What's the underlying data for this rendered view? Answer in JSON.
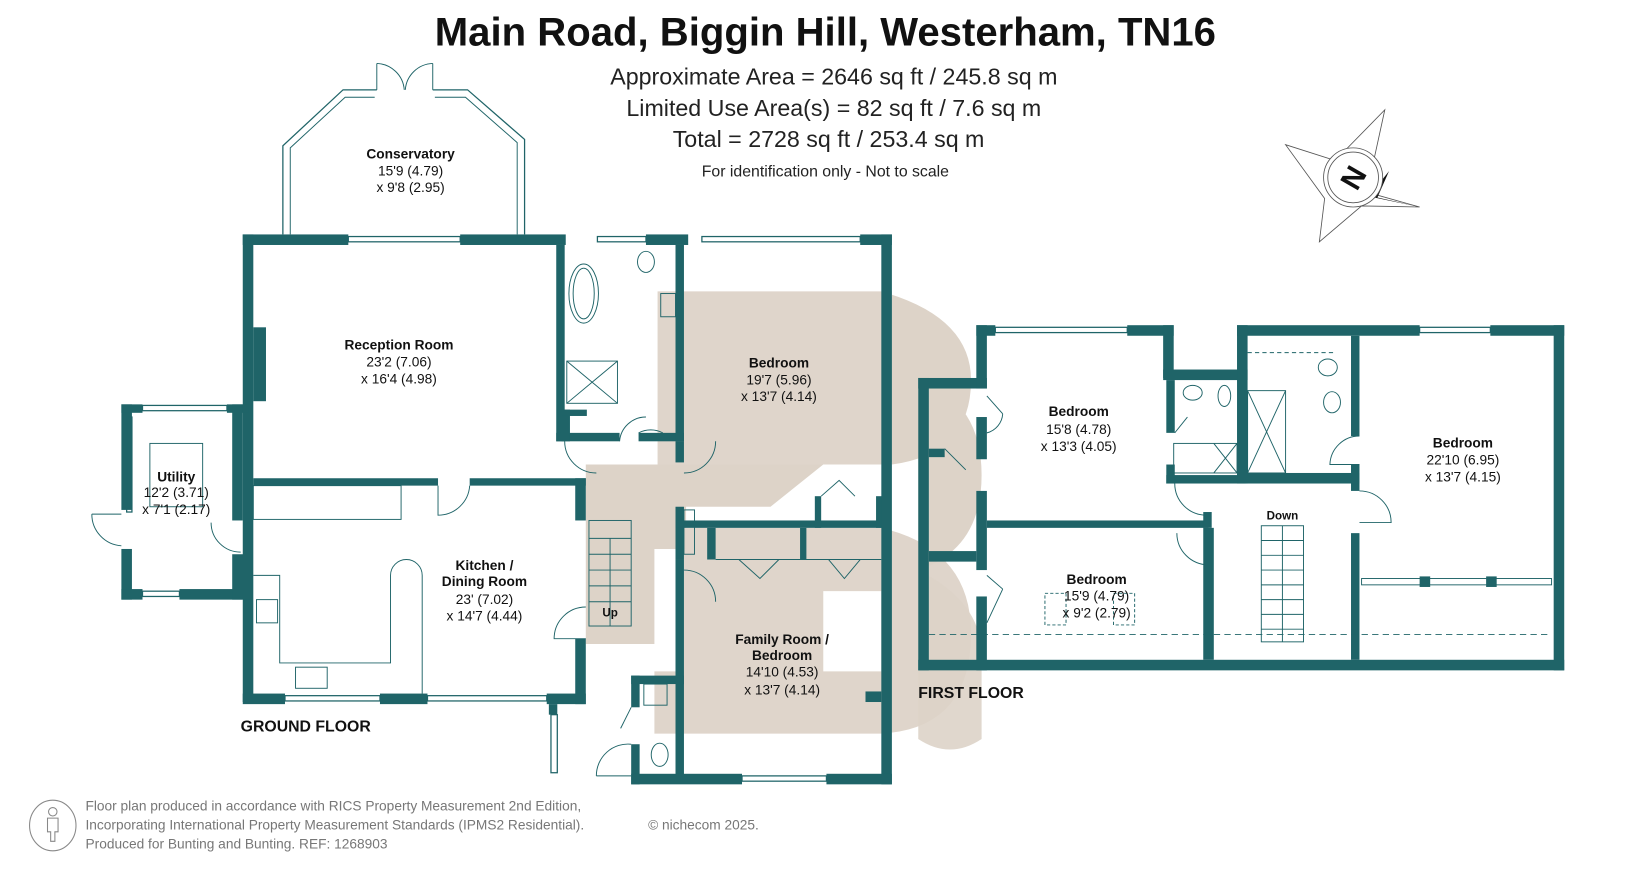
{
  "header": {
    "title": "Main Road, Biggin Hill, Westerham, TN16",
    "area_lines": [
      "Approximate Area = 2646 sq ft / 245.8 sq m",
      "Limited Use Area(s) = 82 sq ft / 7.6 sq m",
      "Total = 2728 sq ft / 253.4 sq m"
    ],
    "disclaimer": "For identification only - Not to scale"
  },
  "compass": {
    "label": "N",
    "icon": "north-compass-icon"
  },
  "ground_floor": {
    "label": "GROUND FLOOR",
    "stairs_label": "Up",
    "rooms": [
      {
        "name": "Conservatory",
        "dim1": "15'9 (4.79)",
        "dim2": "x 9'8 (2.95)"
      },
      {
        "name": "Reception Room",
        "dim1": "23'2 (7.06)",
        "dim2": "x 16'4 (4.98)"
      },
      {
        "name": "Bedroom",
        "dim1": "19'7 (5.96)",
        "dim2": "x 13'7 (4.14)"
      },
      {
        "name": "Utility",
        "dim1": "12'2 (3.71)",
        "dim2": "x 7'1 (2.17)"
      },
      {
        "name": "Kitchen /",
        "name2": "Dining Room",
        "dim1": "23' (7.02)",
        "dim2": "x 14'7 (4.44)"
      },
      {
        "name": "Family Room /",
        "name2": "Bedroom",
        "dim1": "14'10 (4.53)",
        "dim2": "x 13'7 (4.14)"
      }
    ]
  },
  "first_floor": {
    "label": "FIRST FLOOR",
    "stairs_label": "Down",
    "rooms": [
      {
        "name": "Bedroom",
        "dim1": "15'8 (4.78)",
        "dim2": "x 13'3 (4.05)"
      },
      {
        "name": "Bedroom",
        "dim1": "22'10 (6.95)",
        "dim2": "x 13'7 (4.15)"
      },
      {
        "name": "Bedroom",
        "dim1": "15'9 (4.79)",
        "dim2": "x 9'2 (2.79)"
      }
    ]
  },
  "footer": {
    "lines": [
      "Floor plan produced in accordance with RICS Property Measurement 2nd Edition,",
      "Incorporating International Property Measurement Standards (IPMS2 Residential).",
      "Produced for Bunting and Bunting.   REF:  1268903"
    ],
    "copyright": "© nichecom 2025."
  },
  "colors": {
    "wall": "#1f6468",
    "watermark": "#ddd3c8"
  }
}
